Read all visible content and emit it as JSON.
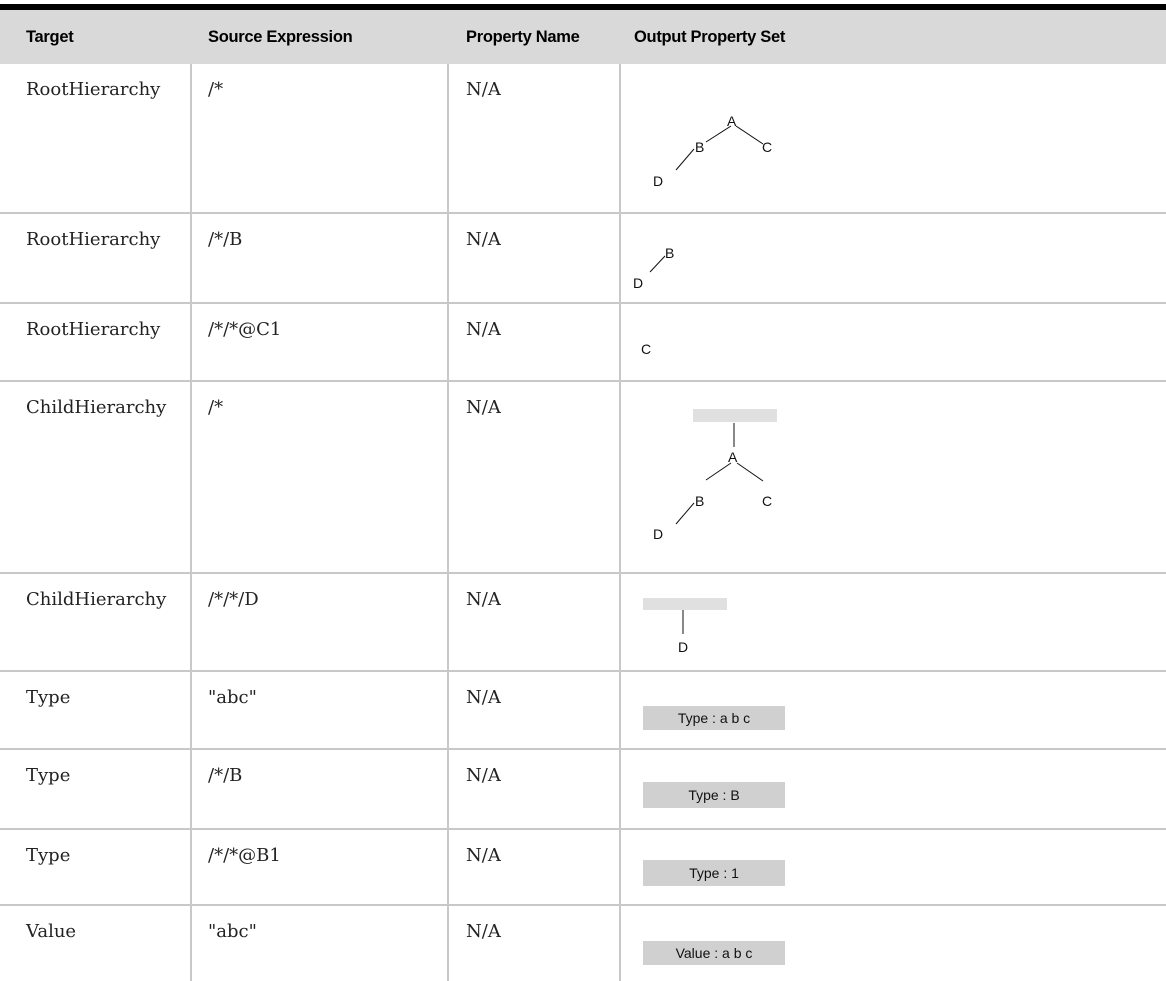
{
  "table": {
    "headers": [
      "Target",
      "Source Expression",
      "Property Name",
      "Output Property Set"
    ],
    "rows": [
      {
        "target": "RootHierarchy",
        "source": "/*",
        "property": "N/A"
      },
      {
        "target": "RootHierarchy",
        "source": "/*/B",
        "property": "N/A"
      },
      {
        "target": "RootHierarchy",
        "source": "/*/*@C1",
        "property": "N/A"
      },
      {
        "target": "ChildHierarchy",
        "source": "/*",
        "property": "N/A"
      },
      {
        "target": "ChildHierarchy",
        "source": "/*/*/D",
        "property": "N/A"
      },
      {
        "target": "Type",
        "source": "\"abc\"",
        "property": "N/A"
      },
      {
        "target": "Type",
        "source": "/*/B",
        "property": "N/A"
      },
      {
        "target": "Type",
        "source": "/*/*@B1",
        "property": "N/A"
      },
      {
        "target": "Value",
        "source": "\"abc\"",
        "property": "N/A"
      }
    ]
  },
  "nodes": {
    "a": "A",
    "b": "B",
    "c": "C",
    "d": "D"
  },
  "boxes": {
    "type_abc": "Type : a b c",
    "type_b": "Type : B",
    "type_1": "Type : 1",
    "value_abc": "Value : a b c"
  }
}
